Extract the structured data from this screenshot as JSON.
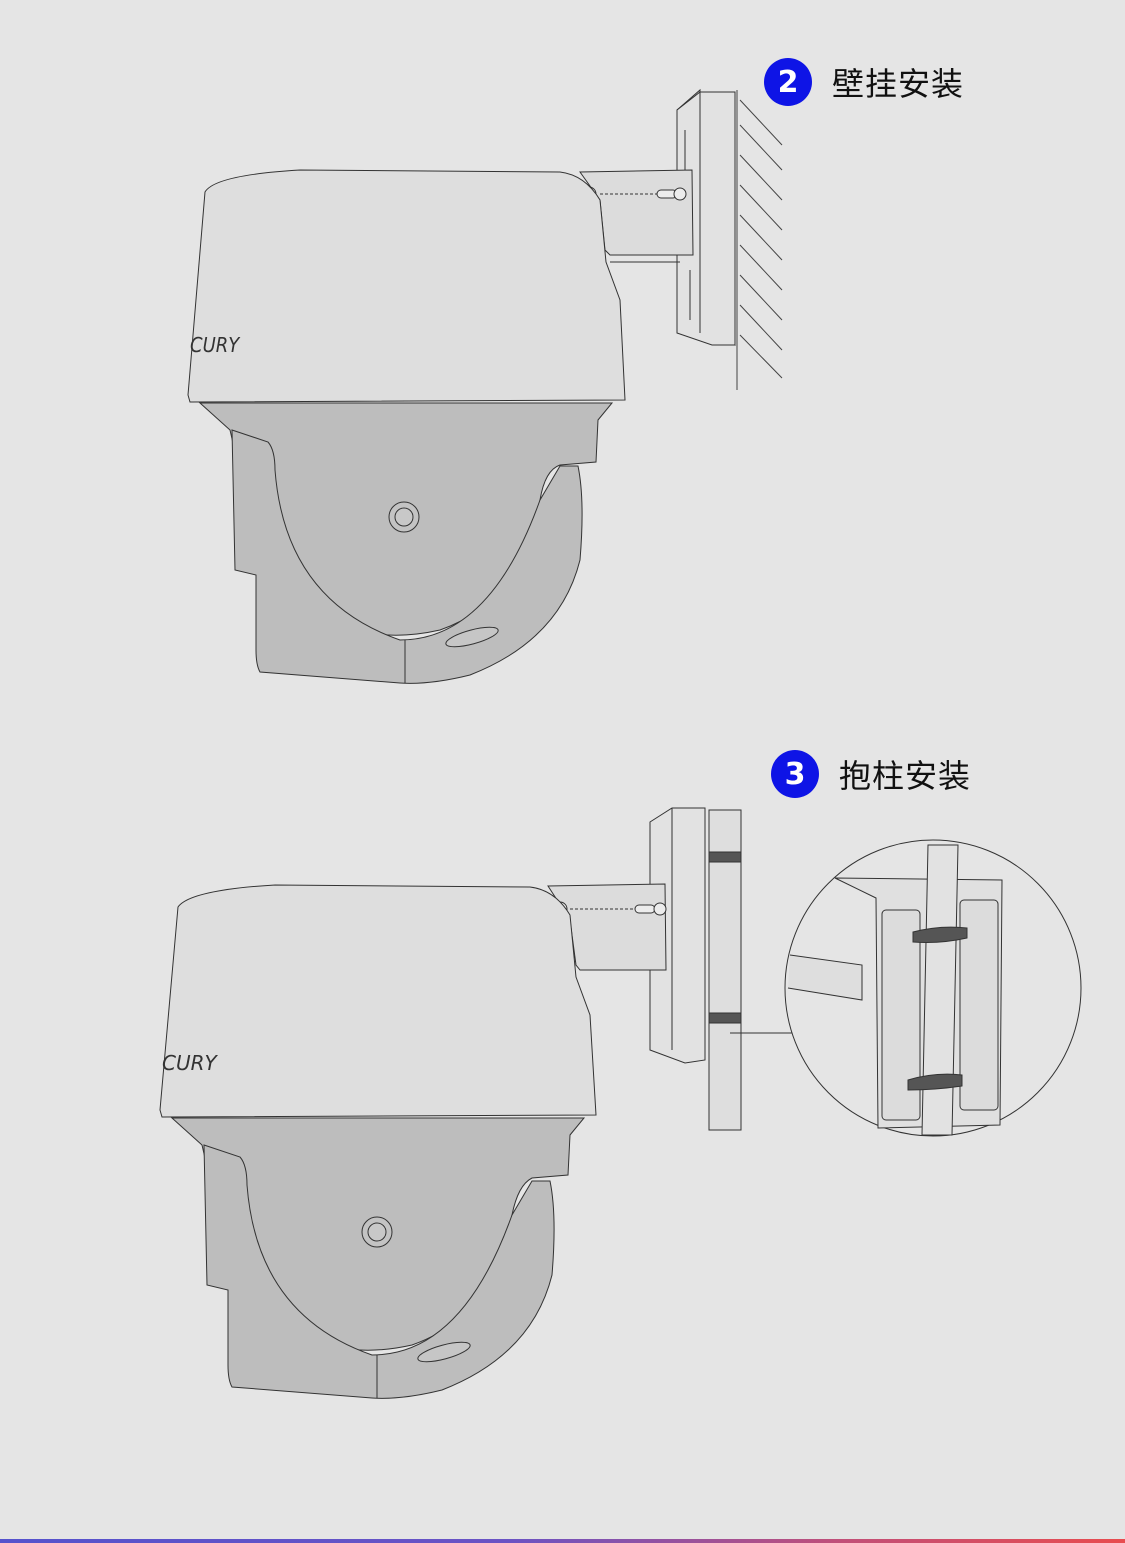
{
  "steps": [
    {
      "number": "2",
      "title": "壁挂安装",
      "badge_color": "#0e14e6"
    },
    {
      "number": "3",
      "title": "抱柱安装",
      "badge_color": "#0e14e6"
    }
  ],
  "camera": {
    "brand_text": "CURY"
  },
  "colors": {
    "background": "#e5e5e5",
    "housing_top": "#dedede",
    "housing_bottom": "#bdbdbd",
    "strap": "#555555",
    "bar_gradient_start": "#5552cc",
    "bar_gradient_end": "#e84c4f"
  }
}
